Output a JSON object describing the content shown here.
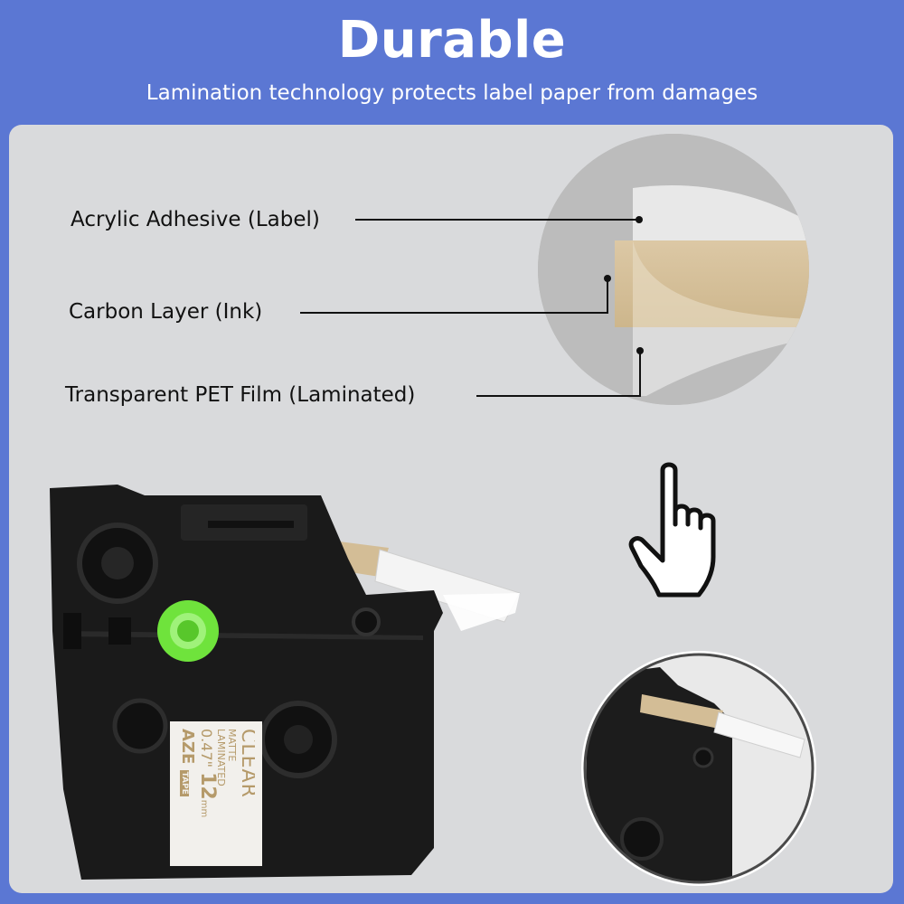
{
  "header": {
    "title": "Durable",
    "subtitle": "Lamination technology protects label paper from damages"
  },
  "layers": [
    {
      "label": "Acrylic Adhesive (Label)"
    },
    {
      "label": "Carbon Layer (Ink)"
    },
    {
      "label": "Transparent PET Film (Laminated)"
    }
  ],
  "cassette_label": {
    "brand": "AZE",
    "tape": "TAPE",
    "size_mm": "12",
    "unit_mm": "mm",
    "size_in": "0.47",
    "unit_in": "\"",
    "type1": "LAMINATED",
    "type2": "MATTE",
    "color": "CLEAR"
  },
  "colors": {
    "background": "#5b77d3",
    "panel": "#d9dadc",
    "tape": "#d6c19d",
    "cassette": "#1c1c1c",
    "spool": "#7ef542"
  },
  "icons": [
    "pointing-hand-icon"
  ]
}
